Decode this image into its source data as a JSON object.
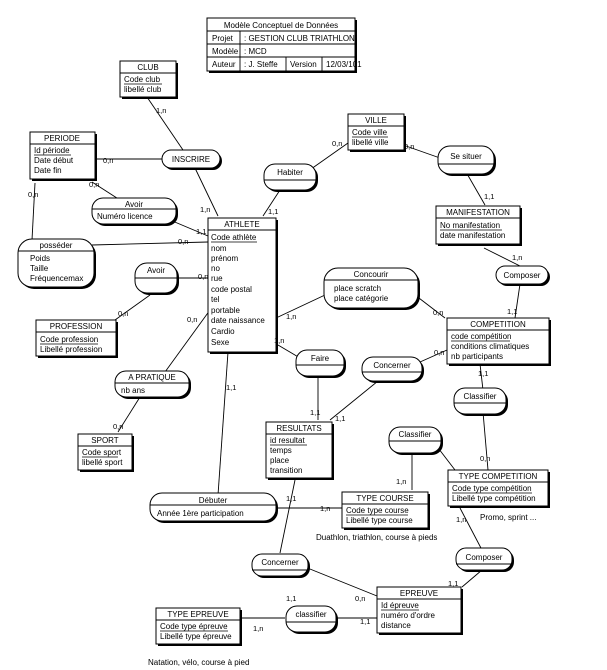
{
  "header": {
    "title": "Modèle Conceptuel de Données",
    "projet_label": "Projet",
    "projet_value": ": GESTION CLUB TRIATHLON",
    "modele_label": "Modèle",
    "modele_value": ": MCD",
    "auteur_label": "Auteur",
    "auteur_value": ": J. Steffe",
    "version_label": "Version",
    "version_value": "12/03/101"
  },
  "entities": [
    {
      "id": "club",
      "title": "CLUB",
      "ids": [
        "Code club"
      ],
      "attrs": [
        "libellé club"
      ]
    },
    {
      "id": "periode",
      "title": "PERIODE",
      "ids": [
        "Id période"
      ],
      "attrs": [
        "Date début",
        "Date fin"
      ]
    },
    {
      "id": "ville",
      "title": "VILLE",
      "ids": [
        "Code ville"
      ],
      "attrs": [
        "libellé ville"
      ]
    },
    {
      "id": "athlete",
      "title": "ATHLETE",
      "ids": [
        "Code athlète"
      ],
      "attrs": [
        "nom",
        "prénom",
        "no",
        "rue",
        "code postal",
        "tel",
        "portable",
        "date naissance",
        "Cardio",
        "Sexe"
      ]
    },
    {
      "id": "manifestation",
      "title": "MANIFESTATION",
      "ids": [
        "No manifestation"
      ],
      "attrs": [
        "date manifestation"
      ]
    },
    {
      "id": "profession",
      "title": "PROFESSION",
      "ids": [
        "Code profession"
      ],
      "attrs": [
        "Libellé profession"
      ]
    },
    {
      "id": "competition",
      "title": "COMPETITION",
      "ids": [
        "code compétition"
      ],
      "attrs": [
        "conditions climatiques",
        "nb participants"
      ]
    },
    {
      "id": "sport",
      "title": "SPORT",
      "ids": [
        "Code sport"
      ],
      "attrs": [
        "libellé sport"
      ]
    },
    {
      "id": "resultats",
      "title": "RESULTATS",
      "ids": [
        "id resultat"
      ],
      "attrs": [
        "temps",
        "place",
        "transition"
      ]
    },
    {
      "id": "type_competition",
      "title": "TYPE COMPETITION",
      "ids": [
        "Code type compétition"
      ],
      "attrs": [
        "Libellé type compétition"
      ]
    },
    {
      "id": "type_course",
      "title": "TYPE COURSE",
      "ids": [
        "Code type course"
      ],
      "attrs": [
        "Libellé type course"
      ]
    },
    {
      "id": "epreuve",
      "title": "EPREUVE",
      "ids": [
        "Id épreuve"
      ],
      "attrs": [
        "numéro d'ordre",
        "distance"
      ]
    },
    {
      "id": "type_epreuve",
      "title": "TYPE EPREUVE",
      "ids": [
        "Code type épreuve"
      ],
      "attrs": [
        "Libellé type épreuve"
      ]
    }
  ],
  "associations": [
    {
      "id": "inscrire",
      "title": "INSCRIRE",
      "attrs": []
    },
    {
      "id": "habiter",
      "title": "Habiter",
      "attrs": []
    },
    {
      "id": "se_situer",
      "title": "Se situer",
      "attrs": []
    },
    {
      "id": "avoir_licence",
      "title": "Avoir",
      "attrs": [
        "Numéro licence"
      ]
    },
    {
      "id": "posseder",
      "title": "posséder",
      "attrs": [
        "Poids",
        "Taille",
        "Fréquencemax"
      ]
    },
    {
      "id": "avoir_prof",
      "title": "Avoir",
      "attrs": []
    },
    {
      "id": "concourir",
      "title": "Concourir",
      "attrs": [
        "place scratch",
        "place catégorie"
      ]
    },
    {
      "id": "composer_manif",
      "title": "Composer",
      "attrs": []
    },
    {
      "id": "a_pratique",
      "title": "A PRATIQUE",
      "attrs": [
        "nb ans"
      ]
    },
    {
      "id": "faire",
      "title": "Faire",
      "attrs": []
    },
    {
      "id": "concerner_res",
      "title": "Concerner",
      "attrs": []
    },
    {
      "id": "classifier_comp",
      "title": "Classifier",
      "attrs": []
    },
    {
      "id": "classifier_course",
      "title": "Classifier",
      "attrs": []
    },
    {
      "id": "debuter",
      "title": "Débuter",
      "attrs": [
        "Année 1ère participation"
      ]
    },
    {
      "id": "composer_epr",
      "title": "Composer",
      "attrs": []
    },
    {
      "id": "concerner_epr",
      "title": "Concerner",
      "attrs": []
    },
    {
      "id": "classifier_epr",
      "title": "classifier",
      "attrs": []
    }
  ],
  "cardinalities": [
    "1,n",
    "0,n",
    "0,n",
    "1,n",
    "0,n",
    "1,1",
    "0,n",
    "1,1",
    "0,n",
    "0,n",
    "0,n",
    "1,1",
    "0,n",
    "1,n",
    "1,n",
    "0,n",
    "1,1",
    "0,n",
    "1,1",
    "1,1",
    "1,n",
    "1,1",
    "0,n",
    "1,1",
    "0,n",
    "0,n",
    "1,n",
    "1,1",
    "1,n",
    "1,n",
    "1,1",
    "1,1",
    "0,n",
    "1,1",
    "1,n"
  ],
  "notes": [
    "Promo, sprint ...",
    "Duathlon, triathlon, course à pieds",
    "Natation, vélo, course à pied"
  ]
}
